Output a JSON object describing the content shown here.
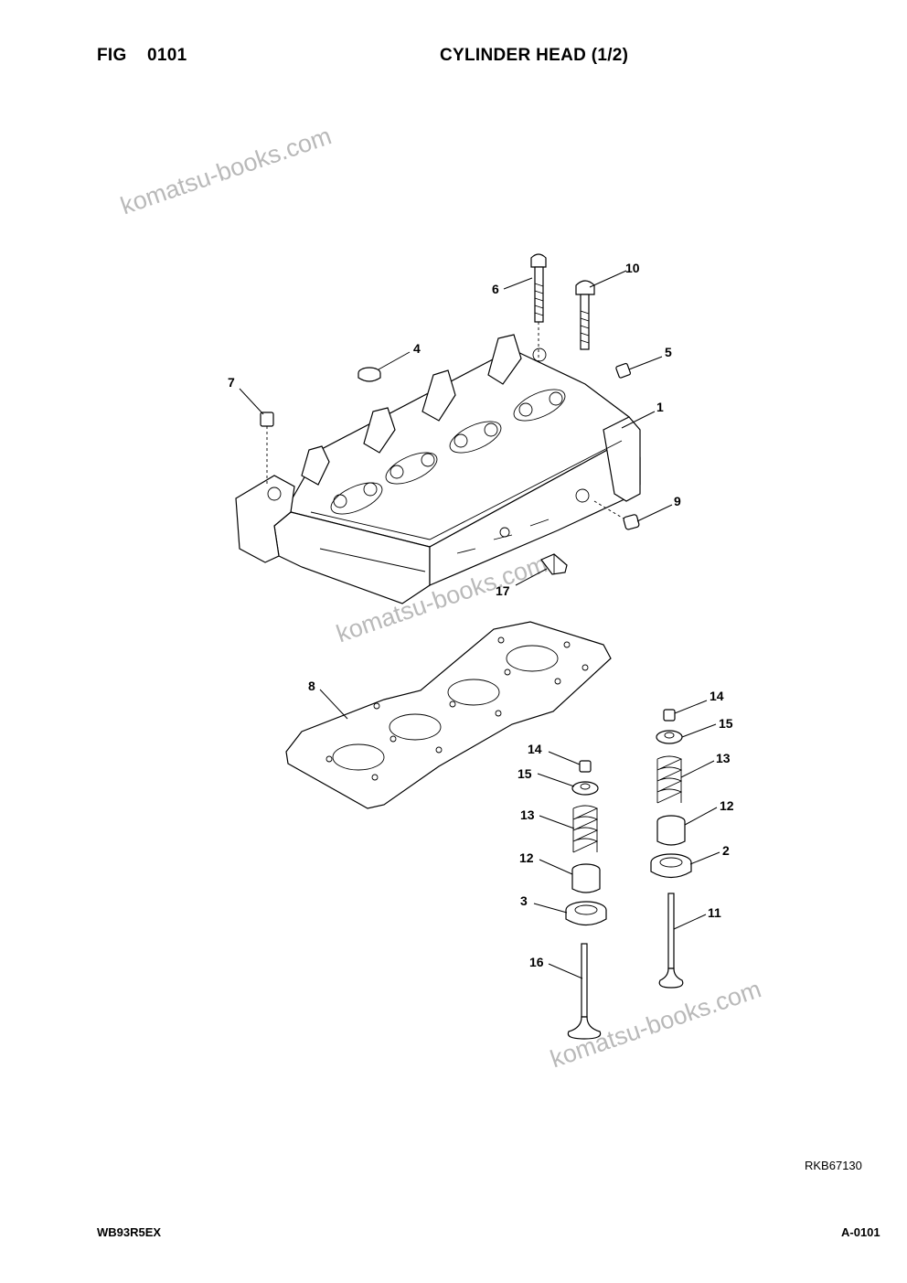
{
  "header": {
    "fig_label": "FIG",
    "fig_number": "0101",
    "title": "CYLINDER HEAD (1/2)"
  },
  "footer": {
    "model": "WB93R5EX",
    "page_code": "A-0101"
  },
  "drawing_ref": "RKB67130",
  "watermarks": [
    "komatsu-books.com",
    "komatsu-books.com",
    "komatsu-books.com"
  ],
  "callouts": [
    {
      "id": "c6",
      "text": "6"
    },
    {
      "id": "c10",
      "text": "10"
    },
    {
      "id": "c4",
      "text": "4"
    },
    {
      "id": "c5",
      "text": "5"
    },
    {
      "id": "c7",
      "text": "7"
    },
    {
      "id": "c1",
      "text": "1"
    },
    {
      "id": "c9",
      "text": "9"
    },
    {
      "id": "c17",
      "text": "17"
    },
    {
      "id": "c8",
      "text": "8"
    },
    {
      "id": "c14a",
      "text": "14"
    },
    {
      "id": "c15a",
      "text": "15"
    },
    {
      "id": "c13a",
      "text": "13"
    },
    {
      "id": "c12a",
      "text": "12"
    },
    {
      "id": "c2",
      "text": "2"
    },
    {
      "id": "c11",
      "text": "11"
    },
    {
      "id": "c14b",
      "text": "14"
    },
    {
      "id": "c15b",
      "text": "15"
    },
    {
      "id": "c13b",
      "text": "13"
    },
    {
      "id": "c12b",
      "text": "12"
    },
    {
      "id": "c3",
      "text": "3"
    },
    {
      "id": "c16",
      "text": "16"
    }
  ]
}
